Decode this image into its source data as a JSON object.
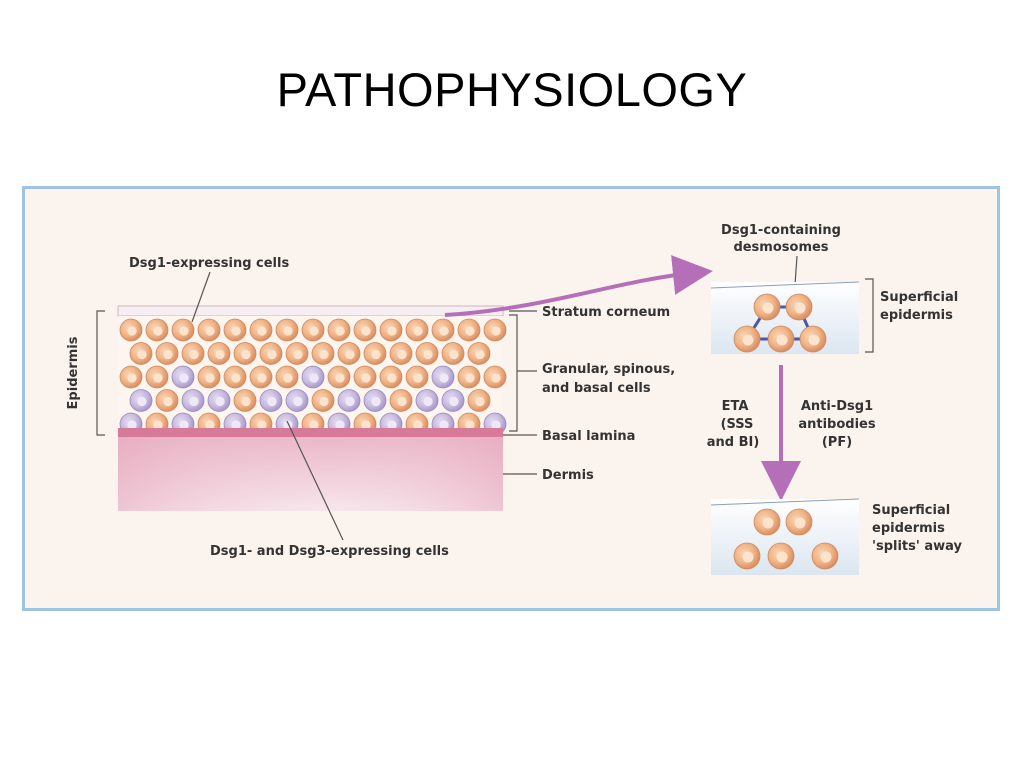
{
  "title": "PATHOPHYSIOLOGY",
  "colors": {
    "border": "#9fc3e3",
    "background": "#fbf4ee",
    "cell_dsg1": "#f0b487",
    "cell_dsg3": "#c9bde0",
    "basal_lamina": "#d77a99",
    "dermis": "#f0cfd8",
    "arrow": "#b56fb8",
    "desmosome_link": "#4a56a8"
  },
  "diagram": {
    "epidermis_label": "Epidermis",
    "dsg1_cells_label": "Dsg1-expressing cells",
    "dsg1_dsg3_cells_label": "Dsg1- and Dsg3-expressing cells",
    "layers": {
      "stratum_corneum": "Stratum corneum",
      "granular_line1": "Granular, spinous,",
      "granular_line2": "and basal cells",
      "basal_lamina": "Basal lamina",
      "dermis": "Dermis"
    },
    "inset_top": {
      "title_line1": "Dsg1-containing",
      "title_line2": "desmosomes",
      "label_line1": "Superficial",
      "label_line2": "epidermis"
    },
    "eta": {
      "line1": "ETA",
      "line2": "(SSS",
      "line3": "and BI)"
    },
    "anti_dsg1": {
      "line1": "Anti-Dsg1",
      "line2": "antibodies",
      "line3": "(PF)"
    },
    "inset_bottom": {
      "line1": "Superficial",
      "line2": "epidermis",
      "line3": "'splits' away"
    }
  }
}
